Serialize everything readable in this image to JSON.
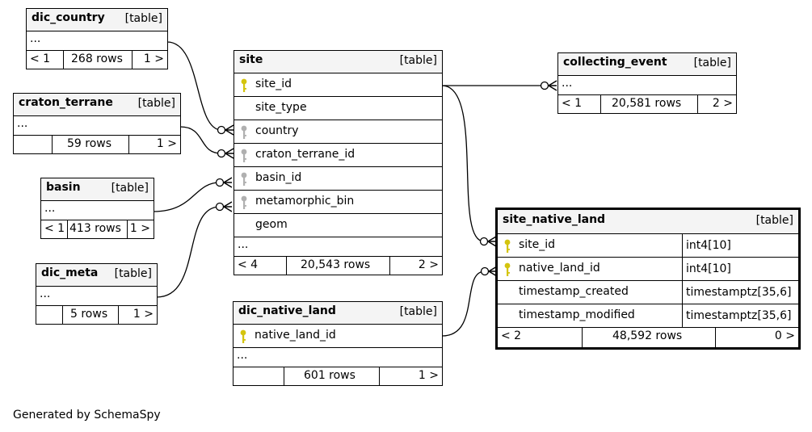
{
  "tables": {
    "dic_country": {
      "name": "dic_country",
      "type": "[table]",
      "ellipsis": "...",
      "prev": "< 1",
      "rows": "268 rows",
      "next": "1 >"
    },
    "craton_terrane": {
      "name": "craton_terrane",
      "type": "[table]",
      "ellipsis": "...",
      "prev": "",
      "rows": "59 rows",
      "next": "1 >"
    },
    "basin": {
      "name": "basin",
      "type": "[table]",
      "ellipsis": "...",
      "prev": "< 1",
      "rows": "413 rows",
      "next": "1 >"
    },
    "dic_meta": {
      "name": "dic_meta",
      "type": "[table]",
      "ellipsis": "...",
      "prev": "",
      "rows": "5 rows",
      "next": "1 >"
    },
    "site": {
      "name": "site",
      "type": "[table]",
      "columns": [
        {
          "name": "site_id",
          "key": "primary"
        },
        {
          "name": "site_type",
          "key": "none"
        },
        {
          "name": "country",
          "key": "foreign"
        },
        {
          "name": "craton_terrane_id",
          "key": "foreign"
        },
        {
          "name": "basin_id",
          "key": "foreign"
        },
        {
          "name": "metamorphic_bin",
          "key": "foreign"
        },
        {
          "name": "geom",
          "key": "none"
        }
      ],
      "ellipsis": "...",
      "prev": "< 4",
      "rows": "20,543 rows",
      "next": "2 >"
    },
    "collecting_event": {
      "name": "collecting_event",
      "type": "[table]",
      "ellipsis": "...",
      "prev": "< 1",
      "rows": "20,581 rows",
      "next": "2 >"
    },
    "dic_native_land": {
      "name": "dic_native_land",
      "type": "[table]",
      "columns": [
        {
          "name": "native_land_id",
          "key": "primary"
        }
      ],
      "ellipsis": "...",
      "prev": "",
      "rows": "601 rows",
      "next": "1 >"
    },
    "site_native_land": {
      "name": "site_native_land",
      "type": "[table]",
      "columns": [
        {
          "name": "site_id",
          "key": "primary",
          "dtype": "int4[10]"
        },
        {
          "name": "native_land_id",
          "key": "primary",
          "dtype": "int4[10]"
        },
        {
          "name": "timestamp_created",
          "key": "none",
          "dtype": "timestamptz[35,6]"
        },
        {
          "name": "timestamp_modified",
          "key": "none",
          "dtype": "timestamptz[35,6]"
        }
      ],
      "prev": "< 2",
      "rows": "48,592 rows",
      "next": "0 >"
    }
  },
  "relationships": [
    {
      "from": "site.country",
      "to": "dic_country"
    },
    {
      "from": "site.craton_terrane_id",
      "to": "craton_terrane"
    },
    {
      "from": "site.basin_id",
      "to": "basin"
    },
    {
      "from": "site.metamorphic_bin",
      "to": "dic_meta"
    },
    {
      "from": "collecting_event",
      "to": "site.site_id"
    },
    {
      "from": "site_native_land.site_id",
      "to": "site.site_id"
    },
    {
      "from": "site_native_land.native_land_id",
      "to": "dic_native_land.native_land_id"
    }
  ],
  "colors": {
    "primary_key": "#d4c40e",
    "foreign_key": "#b0b0b0",
    "header_bg": "#f4f4f4"
  },
  "footer": {
    "credit": "Generated by SchemaSpy"
  }
}
